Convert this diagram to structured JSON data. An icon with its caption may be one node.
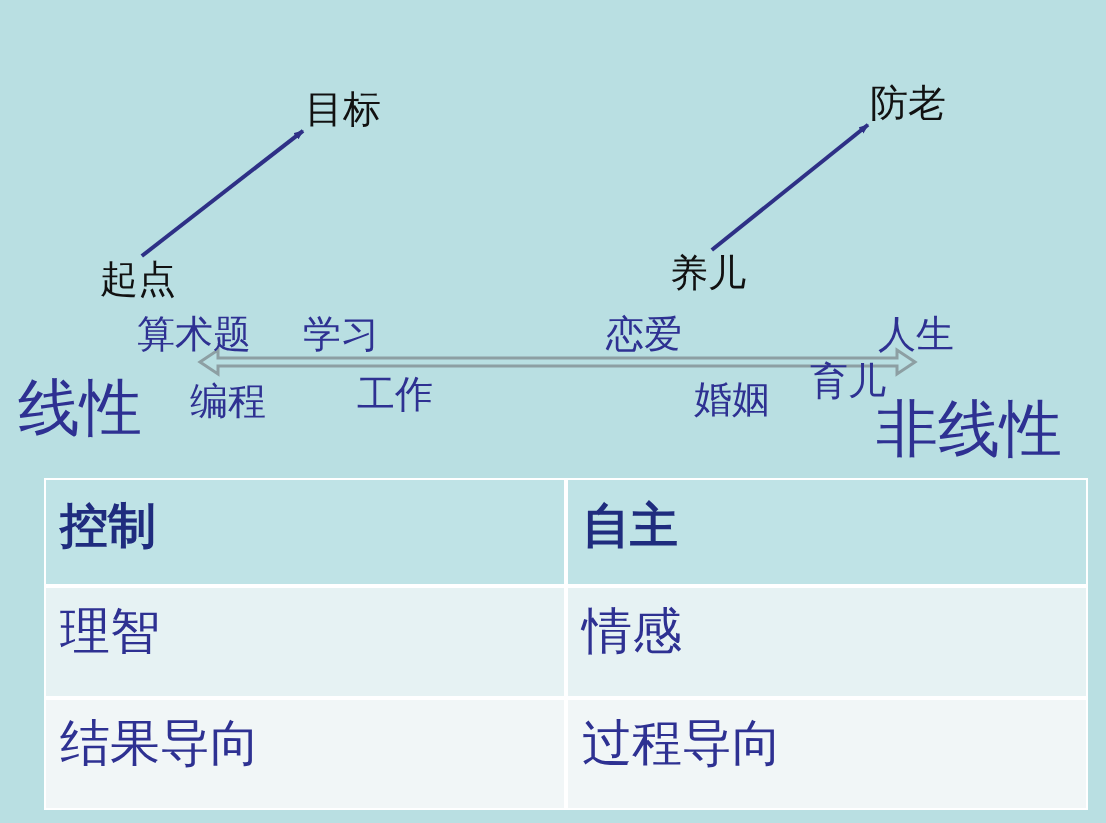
{
  "diagram": {
    "nodes": [
      {
        "text": [
          "起点"
        ]
      },
      {
        "text": [
          "目标"
        ]
      },
      {
        "text": [
          "养儿"
        ]
      },
      {
        "text": [
          "防老"
        ]
      }
    ],
    "edges": [
      {
        "from": 0,
        "to": 1,
        "arrow": "to"
      },
      {
        "from": 2,
        "to": 3,
        "arrow": "to"
      }
    ],
    "labels": [
      "算术题",
      "学习",
      "恋爱",
      "人生",
      "线性",
      "编程",
      "工作",
      "婚姻",
      "育儿",
      "非线性",
      "控制",
      "自主",
      "理智",
      "情感",
      "结果导向",
      "过程导向"
    ]
  }
}
